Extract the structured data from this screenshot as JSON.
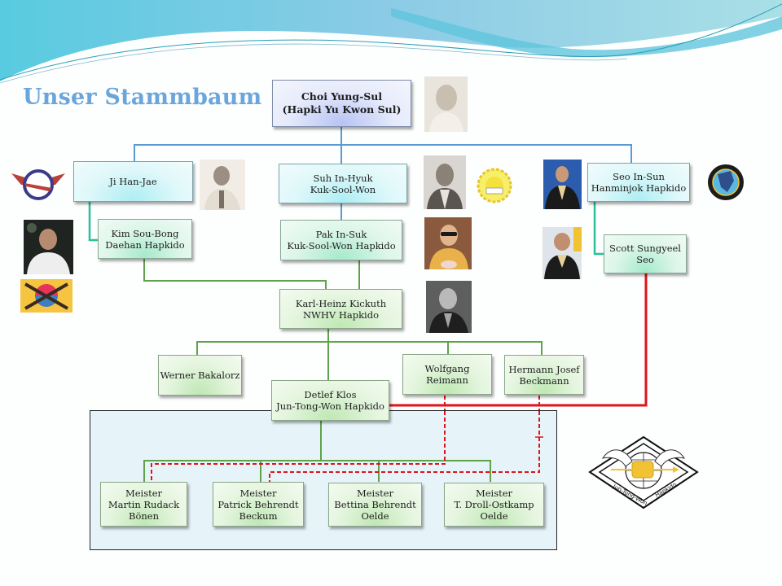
{
  "title": "Unser Stammbaum",
  "colors": {
    "title": "#6aa6dc",
    "line_blue": "#5b9bd5",
    "line_teal": "#2bbf9a",
    "line_green": "#5ea34a",
    "line_red": "#e0141b",
    "group_box_fill": "#e6f4f9"
  },
  "nodes": {
    "choi": {
      "line1": "Choi Yung-Sul",
      "line2": "(Hapki Yu Kwon Sul)"
    },
    "ji": {
      "line1": "Ji Han-Jae"
    },
    "suh": {
      "line1": "Suh In-Hyuk",
      "line2": "Kuk-Sool-Won"
    },
    "seo_in_sun": {
      "line1": "Seo In-Sun",
      "line2": "Hanminjok  Hapkido"
    },
    "kim": {
      "line1": "Kim Sou-Bong",
      "line2": "Daehan Hapkido"
    },
    "pak": {
      "line1": "Pak In-Suk",
      "line2": "Kuk-Sool-Won Hapkido"
    },
    "scott": {
      "line1": "Scott Sungyeel",
      "line2": "Seo"
    },
    "kickuth": {
      "line1": "Karl-Heinz Kickuth",
      "line2": "NWHV Hapkido"
    },
    "bakalorz": {
      "line1": "Werner  Bakalorz"
    },
    "reimann": {
      "line1": "Wolfgang",
      "line2": "Reimann"
    },
    "beckmann": {
      "line1": "Hermann  Josef",
      "line2": "Beckmann"
    },
    "klos": {
      "line1": "Detlef Klos",
      "line2": "Jun-Tong-Won Hapkido"
    },
    "rudack": {
      "line1": "Meister",
      "line2": "Martin Rudack",
      "line3": "Bönen"
    },
    "p_behrendt": {
      "line1": "Meister",
      "line2": "Patrick Behrendt",
      "line3": "Beckum"
    },
    "b_behrendt": {
      "line1": "Meister",
      "line2": "Bettina Behrendt",
      "line3": "Oelde"
    },
    "droll": {
      "line1": "Meister",
      "line2": "T. Droll-Ostkamp",
      "line3": "Oelde"
    }
  },
  "logos": {
    "jtw": {
      "ring_text": "Jun-Tong-Won",
      "side_text": "Hapkido"
    }
  }
}
